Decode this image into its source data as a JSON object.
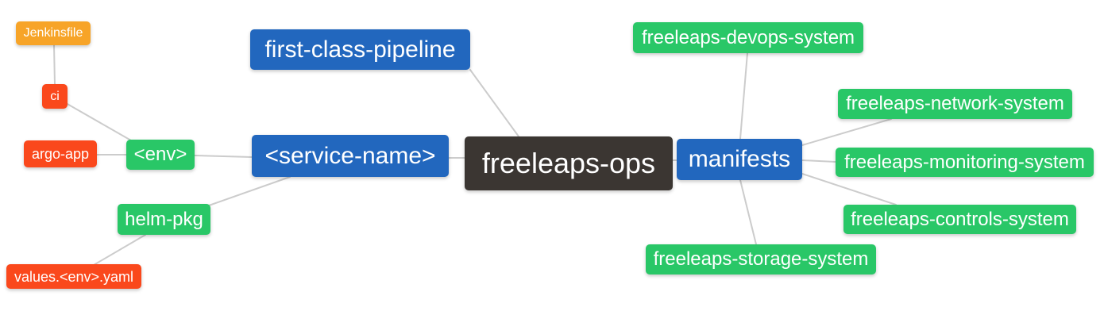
{
  "diagram": {
    "type": "mindmap",
    "root_label": "freeleaps-ops"
  },
  "colors": {
    "root": "#3B3632",
    "primary_blue": "#2267BE",
    "green": "#29C767",
    "orange": "#F7A428",
    "red": "#FA481C",
    "edge": "#CCCCCC",
    "node_text": "#FFFFFF",
    "background": "#FFFFFF"
  },
  "nodes": {
    "root": {
      "label": "freeleaps-ops",
      "color_role": "root"
    },
    "first_class_pipeline": {
      "label": "first-class-pipeline",
      "color_role": "primary_blue"
    },
    "service_name": {
      "label": "<service-name>",
      "color_role": "primary_blue"
    },
    "manifests": {
      "label": "manifests",
      "color_role": "primary_blue"
    },
    "env": {
      "label": "<env>",
      "color_role": "green"
    },
    "helm_pkg": {
      "label": "helm-pkg",
      "color_role": "green"
    },
    "ci": {
      "label": "ci",
      "color_role": "red"
    },
    "argo_app": {
      "label": "argo-app",
      "color_role": "red"
    },
    "values_yaml": {
      "label": "values.<env>.yaml",
      "color_role": "red"
    },
    "jenkinsfile": {
      "label": "Jenkinsfile",
      "color_role": "orange"
    },
    "devops_system": {
      "label": "freeleaps-devops-system",
      "color_role": "green"
    },
    "network_system": {
      "label": "freeleaps-network-system",
      "color_role": "green"
    },
    "monitoring_system": {
      "label": "freeleaps-monitoring-system",
      "color_role": "green"
    },
    "controls_system": {
      "label": "freeleaps-controls-system",
      "color_role": "green"
    },
    "storage_system": {
      "label": "freeleaps-storage-system",
      "color_role": "green"
    }
  },
  "edges": [
    {
      "from": "jenkinsfile",
      "to": "ci"
    },
    {
      "from": "ci",
      "to": "env"
    },
    {
      "from": "argo_app",
      "to": "env"
    },
    {
      "from": "env",
      "to": "service_name"
    },
    {
      "from": "helm_pkg",
      "to": "service_name"
    },
    {
      "from": "values_yaml",
      "to": "helm_pkg"
    },
    {
      "from": "first_class_pipeline",
      "to": "root"
    },
    {
      "from": "service_name",
      "to": "root"
    },
    {
      "from": "root",
      "to": "manifests"
    },
    {
      "from": "manifests",
      "to": "devops_system"
    },
    {
      "from": "manifests",
      "to": "network_system"
    },
    {
      "from": "manifests",
      "to": "monitoring_system"
    },
    {
      "from": "manifests",
      "to": "controls_system"
    },
    {
      "from": "manifests",
      "to": "storage_system"
    }
  ]
}
